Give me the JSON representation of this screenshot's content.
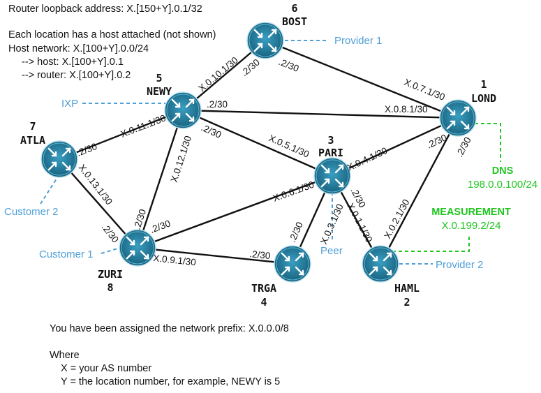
{
  "info": {
    "loopback": "Router loopback address: X.[150+Y].0.1/32",
    "host_intro": "Each location has a host attached (not shown)",
    "host_network": "Host network: X.[100+Y].0.0/24",
    "host_addr": "--> host: X.[100+Y].0.1",
    "router_addr": "--> router: X.[100+Y].0.2"
  },
  "footer": {
    "prefix": "You have been assigned the network prefix: X.0.0.0/8",
    "where": "Where",
    "x_def": "X = your AS number",
    "y_def": "Y = the location number, for example, NEWY is 5"
  },
  "routers": {
    "bost": {
      "num": "6",
      "name": "BOST"
    },
    "newy": {
      "num": "5",
      "name": "NEWY"
    },
    "lond": {
      "num": "1",
      "name": "LOND"
    },
    "atla": {
      "num": "7",
      "name": "ATLA"
    },
    "pari": {
      "num": "3",
      "name": "PARI"
    },
    "zuri": {
      "num": "8",
      "name": "ZURI"
    },
    "trga": {
      "num": "4",
      "name": "TRGA"
    },
    "haml": {
      "num": "2",
      "name": "HAML"
    }
  },
  "links": {
    "newy_bost": {
      "net": "X.0.10.1/30",
      "far": ".2/30"
    },
    "bost_lond": {
      "near": ".2/30",
      "net": "X.0.7.1/30"
    },
    "newy_lond": {
      "near": ".2/30",
      "net": "X.0.8.1/30"
    },
    "newy_pari": {
      "near": ".2/30",
      "net": "X.0.5.1/30"
    },
    "atla_newy": {
      "near": ".2/30",
      "net": "X.0.11.1/30"
    },
    "newy_zuri": {
      "net": "X.0.12.1/30",
      "far": ".2/30"
    },
    "atla_zuri": {
      "net": "X.0.13.1/30",
      "far": ".2/30"
    },
    "zuri_pari": {
      "near": ".2/30",
      "net": "X.0.6.1/30"
    },
    "pari_lond": {
      "net": "X.0.4.1/30",
      "far": ".2/30"
    },
    "zuri_trga": {
      "net": "X.0.9.1/30",
      "far": ".2/30"
    },
    "pari_trga": {
      "net": "X.0.3.1/30",
      "far": ".2/30"
    },
    "pari_haml": {
      "far": ".2/30",
      "net": "X.0.1.1/30"
    },
    "haml_lond": {
      "net": "X.0.2.1/30",
      "far": ".2/30"
    }
  },
  "external": {
    "provider1": "Provider 1",
    "ixp": "IXP",
    "customer2": "Customer 2",
    "customer1": "Customer 1",
    "peer": "Peer",
    "provider2": "Provider 2",
    "dns_title": "DNS",
    "dns_addr": "198.0.0.100/24",
    "meas_title": "MEASUREMENT",
    "meas_addr": "X.0.199.2/24"
  },
  "colors": {
    "router_fill": "#1e6e8c",
    "router_border": "#2a86aa",
    "external_blue": "#4f9fd8",
    "service_green": "#21c521",
    "link": "#111111"
  },
  "icons": {
    "router": "router-icon"
  }
}
